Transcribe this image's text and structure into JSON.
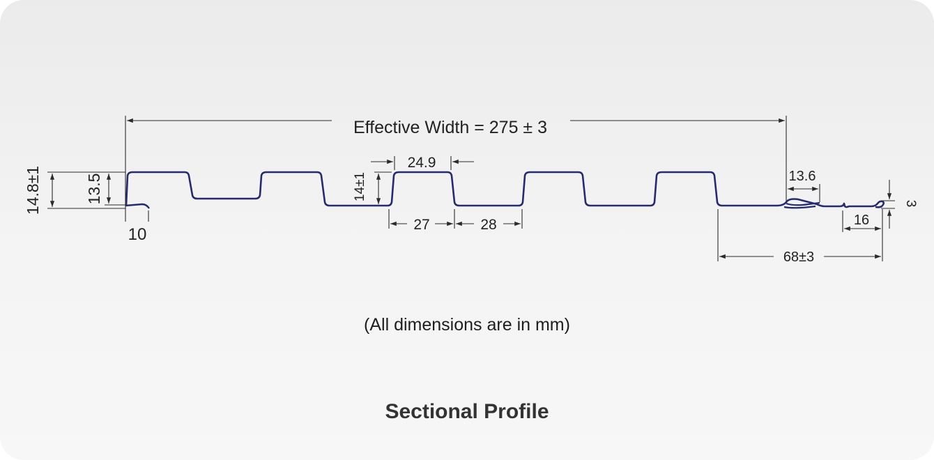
{
  "diagram": {
    "dimensions": {
      "effective_width": "Effective Width = 275 ± 3",
      "total_height": "14.8±1",
      "inner_height": "13.5",
      "edge_offset": "10",
      "crest_top": "24.9",
      "rib_height": "14±1",
      "crest_base": "27",
      "pan_width": "28",
      "overlap_hook": "13.6",
      "tail_height": "3",
      "tail_width": "16",
      "overlap_width": "68±3"
    },
    "colors": {
      "profile": "#262a6e",
      "dimension_line": "#2b2b2b"
    }
  },
  "caption": "(All dimensions are in mm)",
  "title": "Sectional Profile"
}
